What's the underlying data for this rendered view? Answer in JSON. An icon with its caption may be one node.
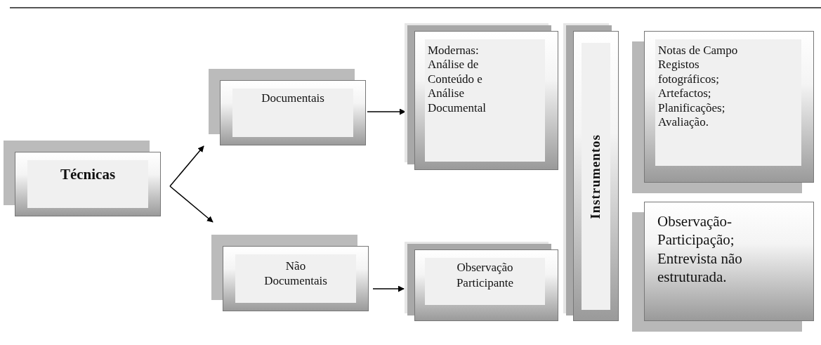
{
  "diagram": {
    "nodes": [
      {
        "text": [
          "Técnicas"
        ]
      },
      {
        "text": [
          "Documentais"
        ]
      },
      {
        "text": [
          "Não Documentais"
        ]
      },
      {
        "text": [
          "Modernas: Análise de Conteúdo e Análise Documental"
        ]
      },
      {
        "text": [
          "Observação Participante"
        ]
      },
      {
        "text": [
          "Instrumentos"
        ]
      },
      {
        "text": [
          "Notas de Campo Registos fotográficos; Artefactos; Planificações; Avaliação."
        ]
      },
      {
        "text": [
          "Observação-Participação; Entrevista não estruturada."
        ]
      }
    ],
    "edges": [
      {
        "from": 0,
        "to": 1,
        "arrow": "to"
      },
      {
        "from": 0,
        "to": 2,
        "arrow": "to"
      },
      {
        "from": 1,
        "to": 3,
        "arrow": "to"
      },
      {
        "from": 2,
        "to": 4,
        "arrow": "to"
      }
    ]
  }
}
